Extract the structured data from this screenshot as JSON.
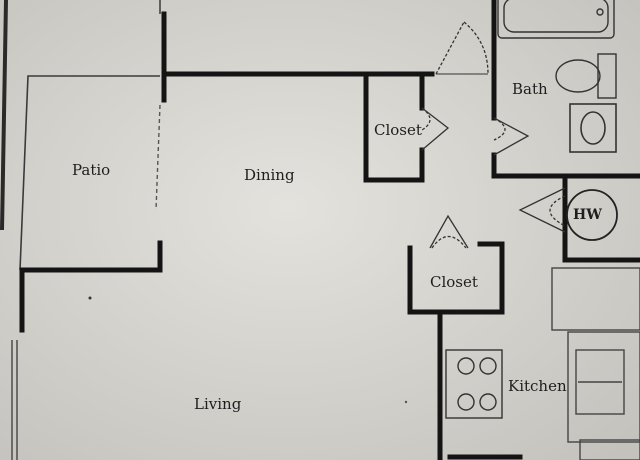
{
  "rooms": {
    "patio": "Patio",
    "dining": "Dining",
    "closet_upper": "Closet",
    "bath": "Bath",
    "closet_lower": "Closet",
    "kitchen": "Kitchen",
    "living": "Living"
  },
  "appliances": {
    "water_heater": "HW"
  },
  "colors": {
    "paper": "#d8d6d1",
    "wall": "#141414",
    "line": "#333333"
  }
}
